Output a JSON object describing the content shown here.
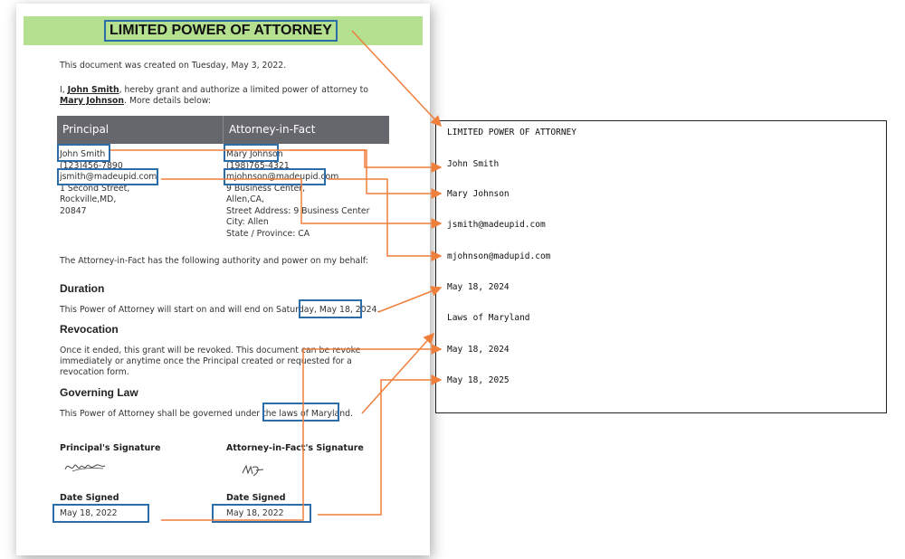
{
  "document": {
    "title": "LIMITED POWER OF ATTORNEY",
    "created": "This document was created on Tuesday, May 3, 2022.",
    "grant_prefix": "I, ",
    "grantor": "John Smith",
    "grant_middle": ", hereby grant and authorize a limited power of attorney to ",
    "grantee": "Mary Johnson",
    "grant_suffix": ". More details below:",
    "table_headers": [
      "Principal",
      "Attorney-in-Fact"
    ],
    "principal": [
      "John Smith",
      "(123)456-7890",
      "jsmith@madeupid.com",
      "1 Second Street,",
      "Rockville,MD,",
      "20847"
    ],
    "attorney": [
      "Mary Johnson",
      "(198)765-4321",
      "mjohnson@madeupid.com",
      "9 Business Center,",
      "Allen,CA,",
      "Street Address: 9 Business Center",
      "City: Allen",
      "State / Province: CA"
    ],
    "authority_text": "The Attorney-in-Fact has the following authority and power on my behalf:",
    "duration_heading": "Duration",
    "duration_text": "This Power of Attorney will start on and will end on Saturday, May 18, 2024.",
    "revocation_heading": "Revocation",
    "revocation_text": "Once it ended, this grant will be revoked. This document can be revoke immediately or anytime once the Principal created or requested for a revocation form.",
    "governing_heading": "Governing Law",
    "governing_text": "This Power of Attorney shall be governed under the laws of Maryland.",
    "principal_sig_label": "Principal's Signature",
    "attorney_sig_label": "Attorney-in-Fact's Signature",
    "date_signed_label": "Date Signed",
    "principal_date": "May 18, 2022",
    "attorney_date": "May 18, 2022"
  },
  "extracted": [
    "LIMITED POWER OF ATTORNEY",
    "John Smith",
    "Mary Johnson",
    "jsmith@madeupid.com",
    "mjohnson@madupid.com",
    "May 18, 2024",
    "Laws of Maryland",
    "May 18, 2024",
    "May 18, 2025"
  ],
  "colors": {
    "title_bar": "#b4e08f",
    "table_header": "#66666d",
    "highlight_box": "#2a6da8",
    "connector": "#f07f3c"
  }
}
